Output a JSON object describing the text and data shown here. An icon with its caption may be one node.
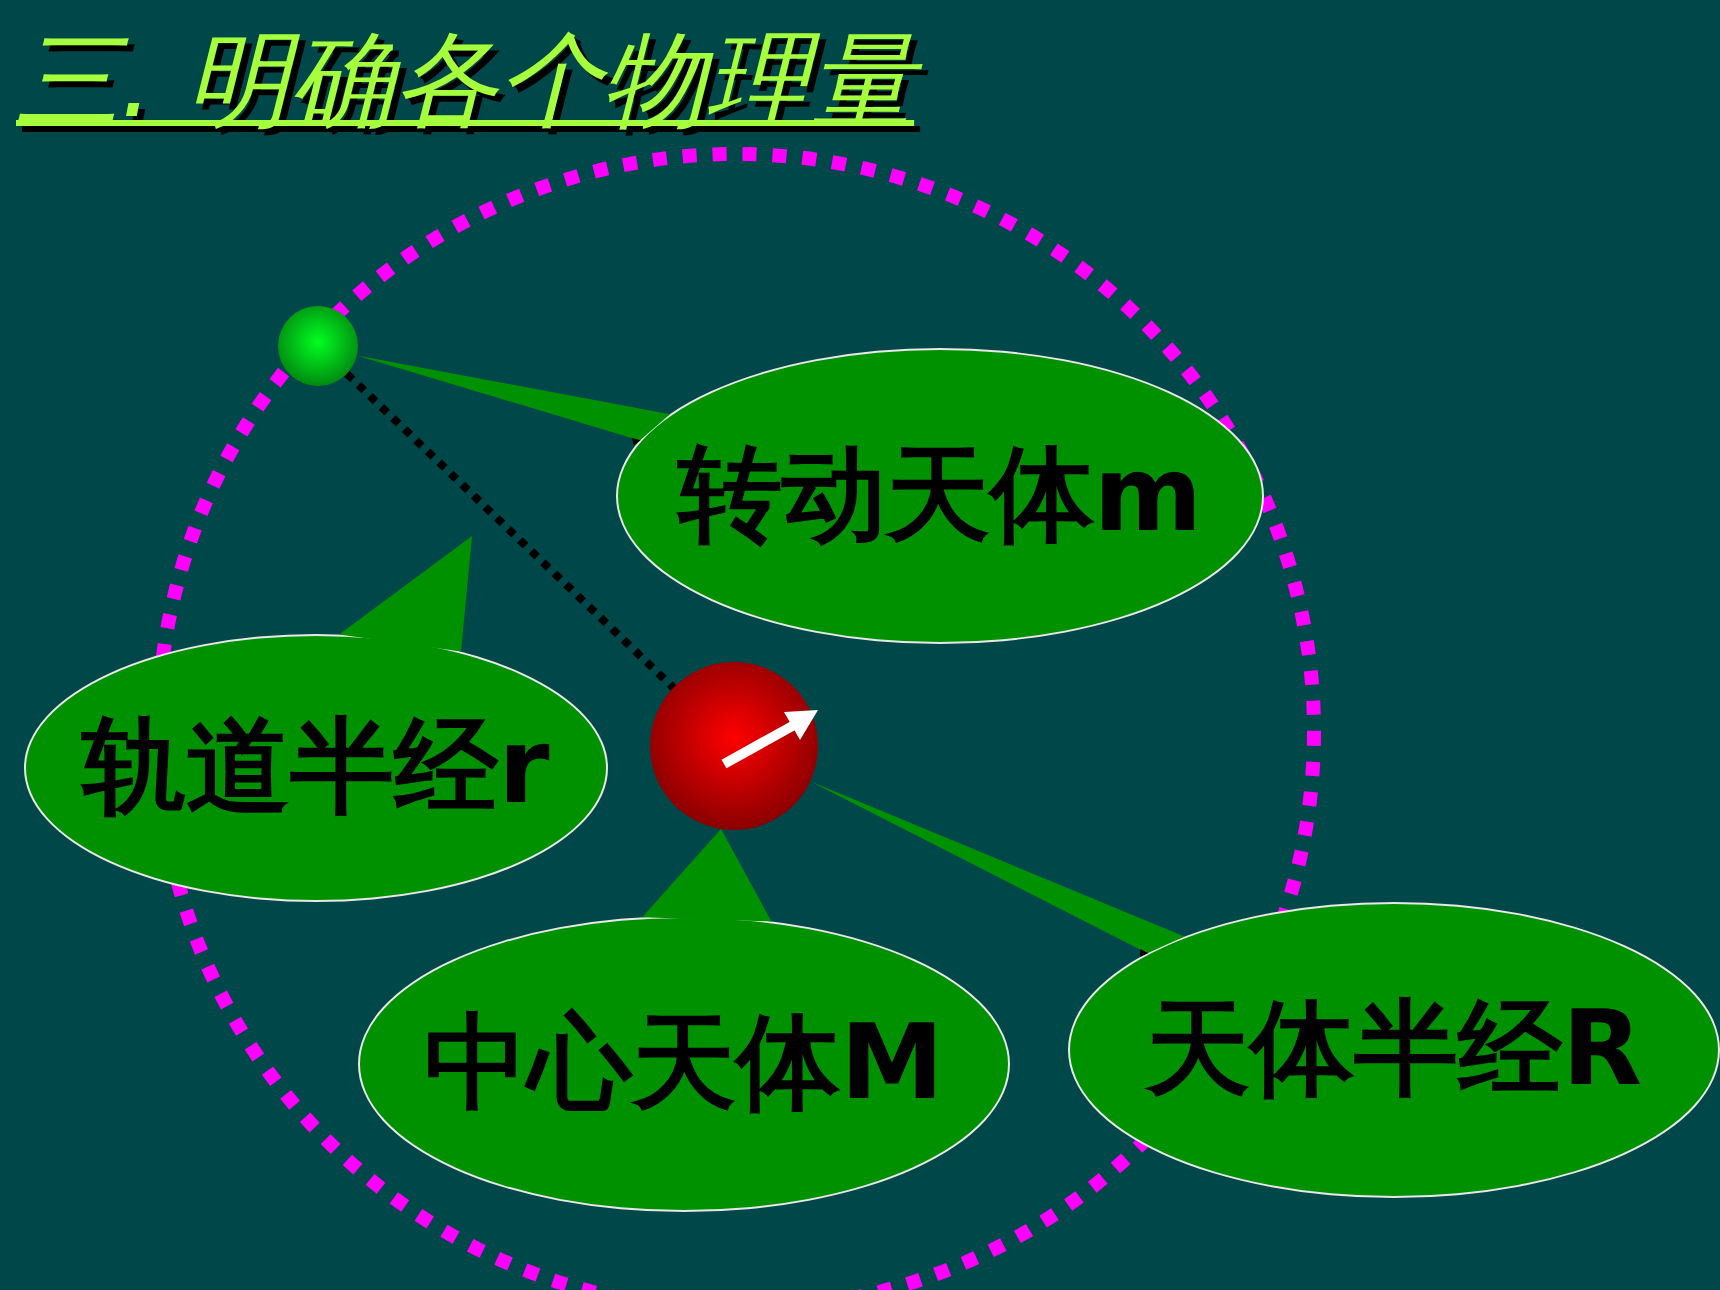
{
  "diagram": {
    "title": "三. 明确各个物理量",
    "nodes": [
      {
        "text": [],
        "shape": "circle"
      },
      {
        "text": [],
        "shape": "circle"
      },
      {
        "text": [
          "转动天体m"
        ]
      },
      {
        "text": [
          "轨道半经r"
        ]
      },
      {
        "text": [
          "中心天体M"
        ]
      },
      {
        "text": [
          "天体半经R"
        ]
      }
    ],
    "edges": [
      {
        "from": 2,
        "to": 0,
        "arrow": "both"
      },
      {
        "from": 3,
        "to": null,
        "arrow": "to"
      },
      {
        "from": 4,
        "to": 1,
        "arrow": "to"
      },
      {
        "from": 5,
        "to": 1,
        "arrow": "both"
      },
      {
        "from": 0,
        "to": 1,
        "arrow": "none",
        "style": "dashed",
        "color": "#000000"
      }
    ]
  }
}
